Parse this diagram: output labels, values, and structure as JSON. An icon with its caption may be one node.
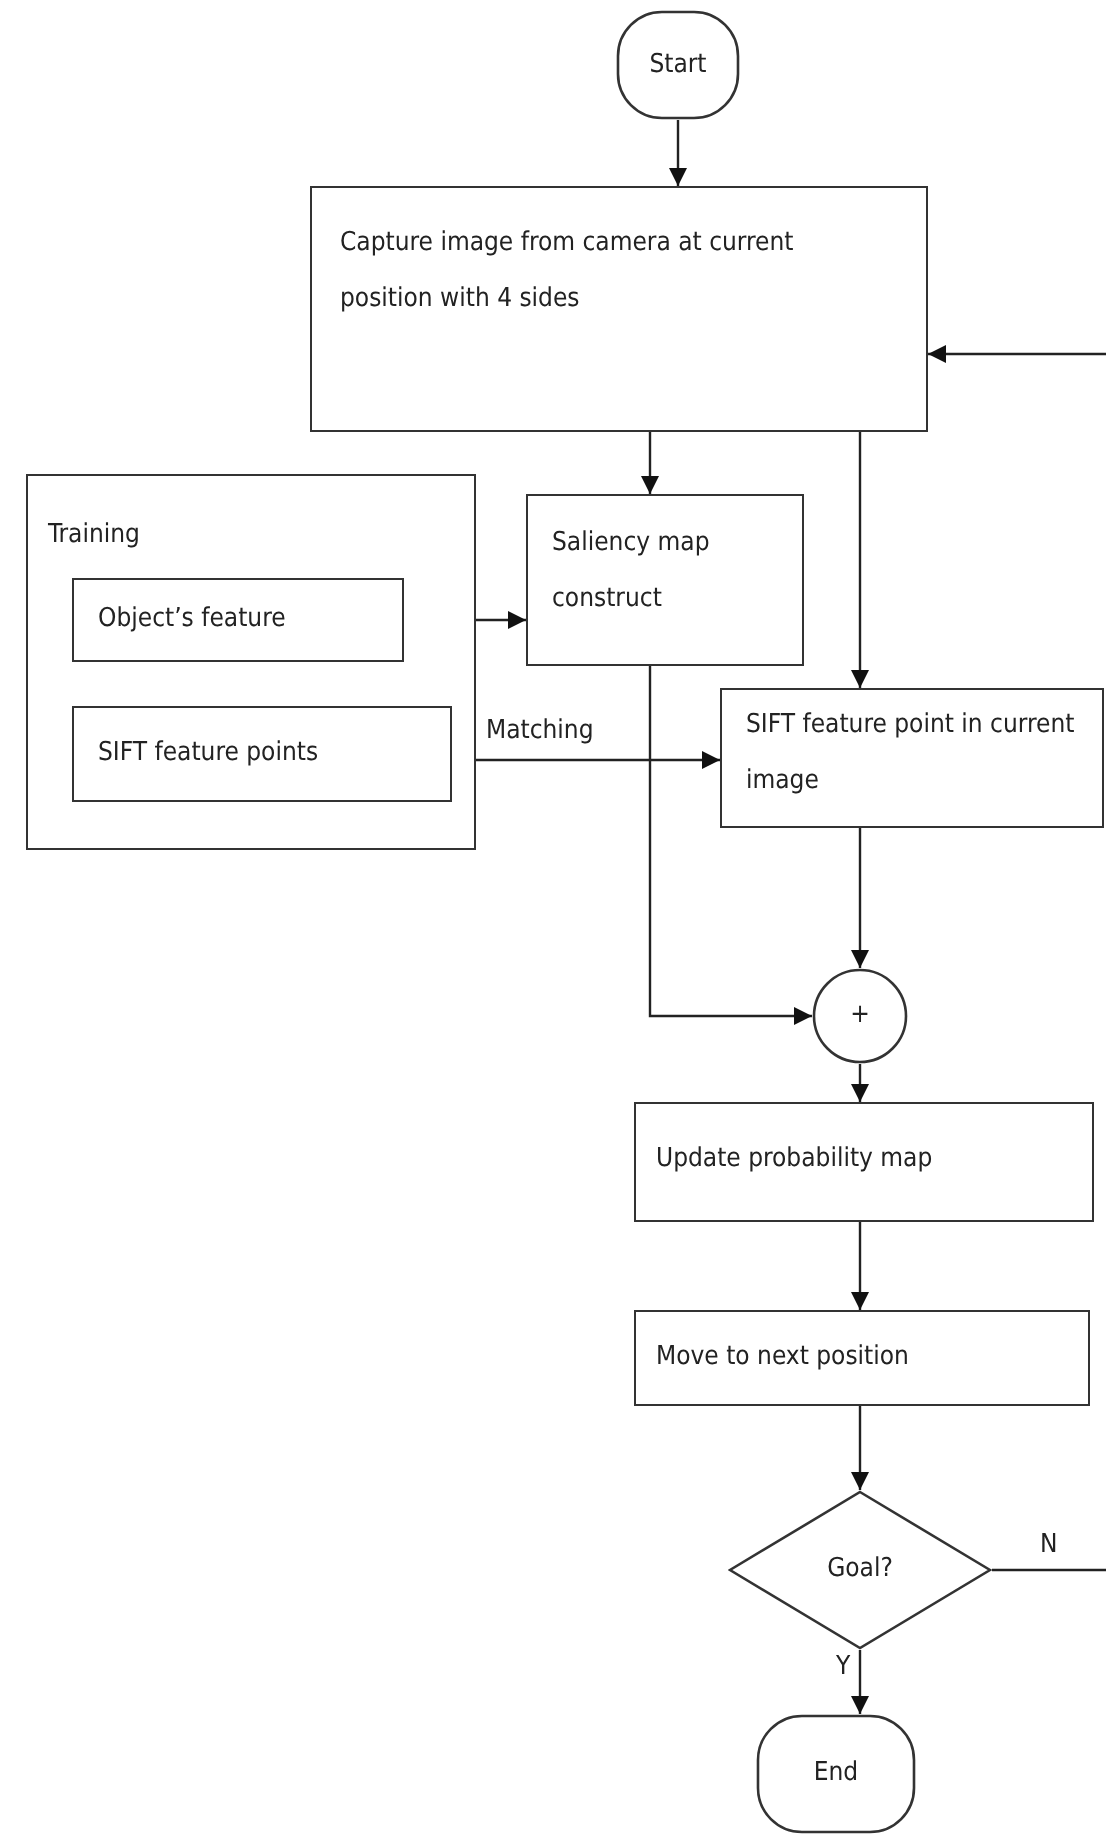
{
  "diagram": {
    "nodes": [
      {
        "text": [
          "Start"
        ]
      },
      {
        "text": [
          "Capture image from camera at current position with 4 sides"
        ]
      },
      {
        "text": [
          "Training"
        ]
      },
      {
        "text": [
          "Object’s feature"
        ],
        "in": 2
      },
      {
        "text": [
          "SIFT feature points"
        ],
        "in": 2
      },
      {
        "text": [
          "Saliency map construct"
        ]
      },
      {
        "text": [
          "SIFT feature point in current image"
        ]
      },
      {
        "text": [
          "+"
        ]
      },
      {
        "text": [
          "Update probability map"
        ]
      },
      {
        "text": [
          "Move to next position"
        ]
      },
      {
        "text": [
          "Goal?"
        ]
      },
      {
        "text": [
          "End"
        ]
      }
    ],
    "edges": [
      {
        "from": 0,
        "to": 1,
        "arrow": "to"
      },
      {
        "from": 1,
        "to": 5,
        "arrow": "to"
      },
      {
        "from": 1,
        "to": 6,
        "arrow": "to"
      },
      {
        "from": 2,
        "to": 5,
        "arrow": "to"
      },
      {
        "from": 2,
        "to": 6,
        "arrow": "to",
        "label": "Matching"
      },
      {
        "from": 5,
        "to": 7,
        "arrow": "to"
      },
      {
        "from": 6,
        "to": 7,
        "arrow": "to"
      },
      {
        "from": 7,
        "to": 8,
        "arrow": "to"
      },
      {
        "from": 8,
        "to": 9,
        "arrow": "to"
      },
      {
        "from": 9,
        "to": 10,
        "arrow": "to"
      },
      {
        "from": 10,
        "to": 11,
        "arrow": "to",
        "label": "Y"
      },
      {
        "from": 10,
        "to": null,
        "arrow": "none",
        "label": "N"
      },
      {
        "from": null,
        "to": 1,
        "arrow": "to"
      }
    ]
  }
}
